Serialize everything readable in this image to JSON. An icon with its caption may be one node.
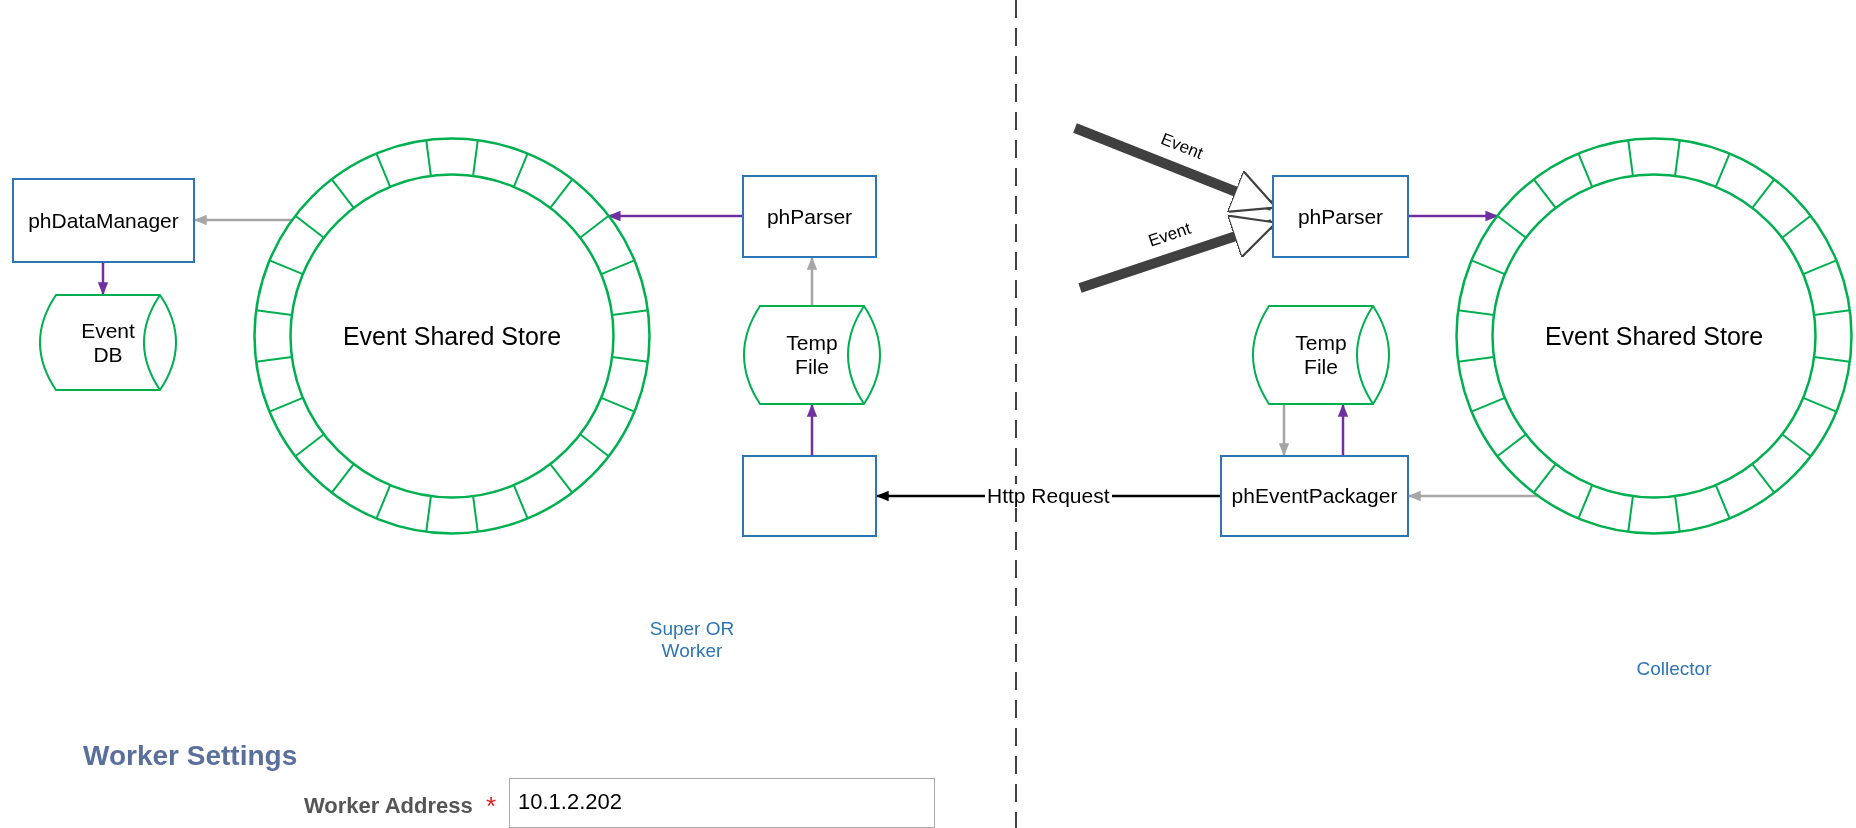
{
  "diagram": {
    "nodes": [
      {
        "text": [
          "phDataManager"
        ]
      },
      {
        "text": [
          "Event DB"
        ]
      },
      {
        "text": [
          "Event Shared Store"
        ]
      },
      {
        "text": [
          "phParser"
        ]
      },
      {
        "text": [
          "Temp File"
        ]
      },
      {
        "text": [],
        "shape": "box"
      },
      {
        "text": [
          "phParser"
        ]
      },
      {
        "text": [
          "Temp File"
        ]
      },
      {
        "text": [
          "Event Shared Store"
        ]
      },
      {
        "text": [
          "phEventPackager"
        ]
      }
    ],
    "edges": [
      {
        "from": 2,
        "to": 0,
        "arrow": "to",
        "color": "#a6a6a6"
      },
      {
        "from": 0,
        "to": 1,
        "arrow": "to"
      },
      {
        "from": 3,
        "to": 2,
        "arrow": "to"
      },
      {
        "from": 4,
        "to": 3,
        "arrow": "to",
        "color": "#a6a6a6"
      },
      {
        "from": 5,
        "to": 4,
        "arrow": "to"
      },
      {
        "from": 9,
        "to": 5,
        "arrow": "to",
        "label": "Http Request",
        "color": "#000000"
      },
      {
        "from": null,
        "to": 6,
        "arrow": "to",
        "label": "Event",
        "style": "thick",
        "color": "#404040"
      },
      {
        "from": null,
        "to": 6,
        "arrow": "to",
        "label": "Event",
        "style": "thick",
        "color": "#404040"
      },
      {
        "from": 6,
        "to": 8,
        "arrow": "to"
      },
      {
        "from": 8,
        "to": 9,
        "arrow": "to",
        "color": "#a6a6a6"
      },
      {
        "from": 9,
        "to": 7,
        "arrow": "to"
      },
      {
        "from": 7,
        "to": 9,
        "arrow": "to",
        "color": "#a6a6a6"
      }
    ],
    "labels": [
      "Super OR Worker",
      "Collector",
      "Worker Settings",
      "Worker Address",
      "*",
      "10.1.2.202"
    ]
  }
}
